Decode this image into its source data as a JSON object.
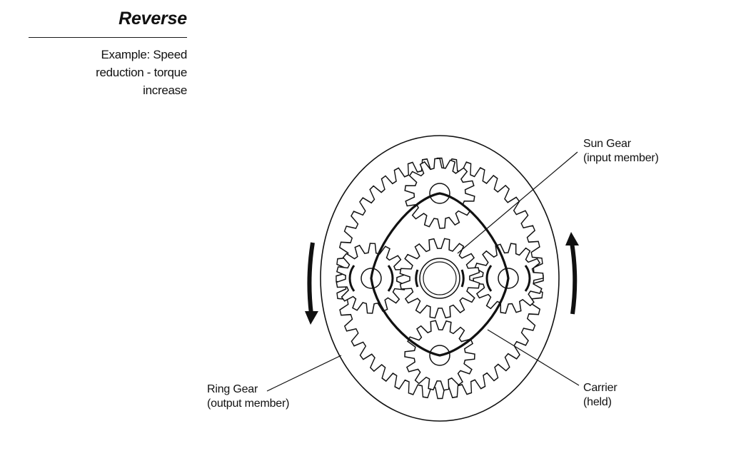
{
  "header": {
    "title": "Reverse",
    "caption_lines": [
      "Example: Speed",
      "reduction - torque",
      "increase"
    ]
  },
  "diagram": {
    "labels": {
      "sun_gear": [
        "Sun Gear",
        "(input member)"
      ],
      "carrier": [
        "Carrier",
        "(held)"
      ],
      "ring_gear": [
        "Ring Gear",
        "(output member)"
      ]
    },
    "colors": {
      "line": "#111111",
      "background": "#ffffff"
    },
    "icons": {
      "left_arrow": "arrow-down-icon",
      "right_arrow": "arrow-up-icon"
    }
  }
}
